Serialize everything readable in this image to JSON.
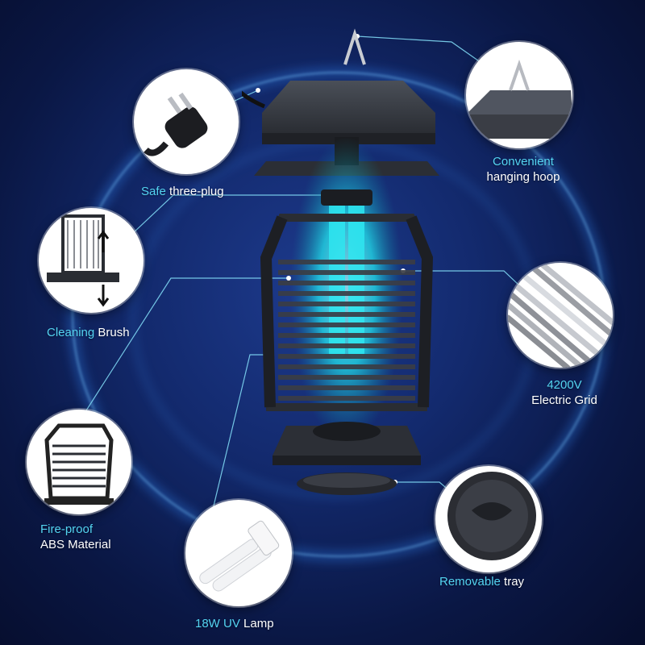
{
  "labels": {
    "plug": {
      "highlight": "Safe",
      "rest": " three-plug"
    },
    "hoop": {
      "line1": "Convenient",
      "line2": "hanging hoop"
    },
    "brush": {
      "highlight": "Cleaning",
      "rest": " Brush"
    },
    "grid": {
      "line1": "4200V",
      "line2": "Electric Grid"
    },
    "material": {
      "line1": "Fire-proof",
      "line2": "ABS Material"
    },
    "tray": {
      "highlight": "Removable",
      "rest": " tray"
    },
    "lamp": {
      "highlight": "18W UV",
      "rest": " Lamp"
    }
  },
  "colors": {
    "highlight": "#54d4f2",
    "text": "#ffffff",
    "uv_glow": "#22e3ee",
    "background": "#0b1540"
  },
  "icons": [
    "plug-icon",
    "hanging-hoop-icon",
    "cleaning-brush-icon",
    "electric-grid-icon",
    "abs-cage-icon",
    "removable-tray-icon",
    "uv-lamp-icon",
    "bug-zapper-product"
  ]
}
